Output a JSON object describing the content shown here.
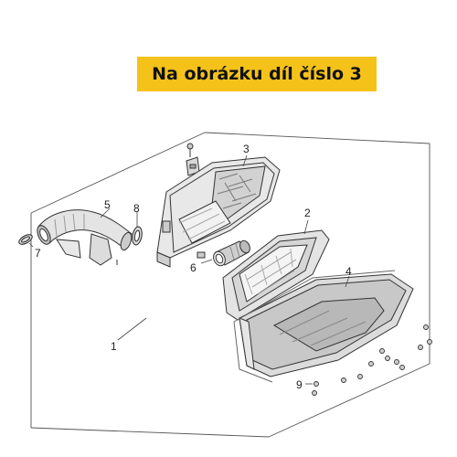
{
  "banner": {
    "text": "Na obrázku díl číslo 3",
    "color": "#f5c21a"
  },
  "parts": [
    {
      "number": "1",
      "name": "air-cleaner-assembly"
    },
    {
      "number": "2",
      "name": "filter-element"
    },
    {
      "number": "3",
      "name": "air-cleaner-case"
    },
    {
      "number": "4",
      "name": "air-cleaner-cover"
    },
    {
      "number": "5",
      "name": "intake-duct"
    },
    {
      "number": "6",
      "name": "connector-tube"
    },
    {
      "number": "7",
      "name": "clamp"
    },
    {
      "number": "8",
      "name": "clamp"
    },
    {
      "number": "9",
      "name": "screw"
    }
  ]
}
